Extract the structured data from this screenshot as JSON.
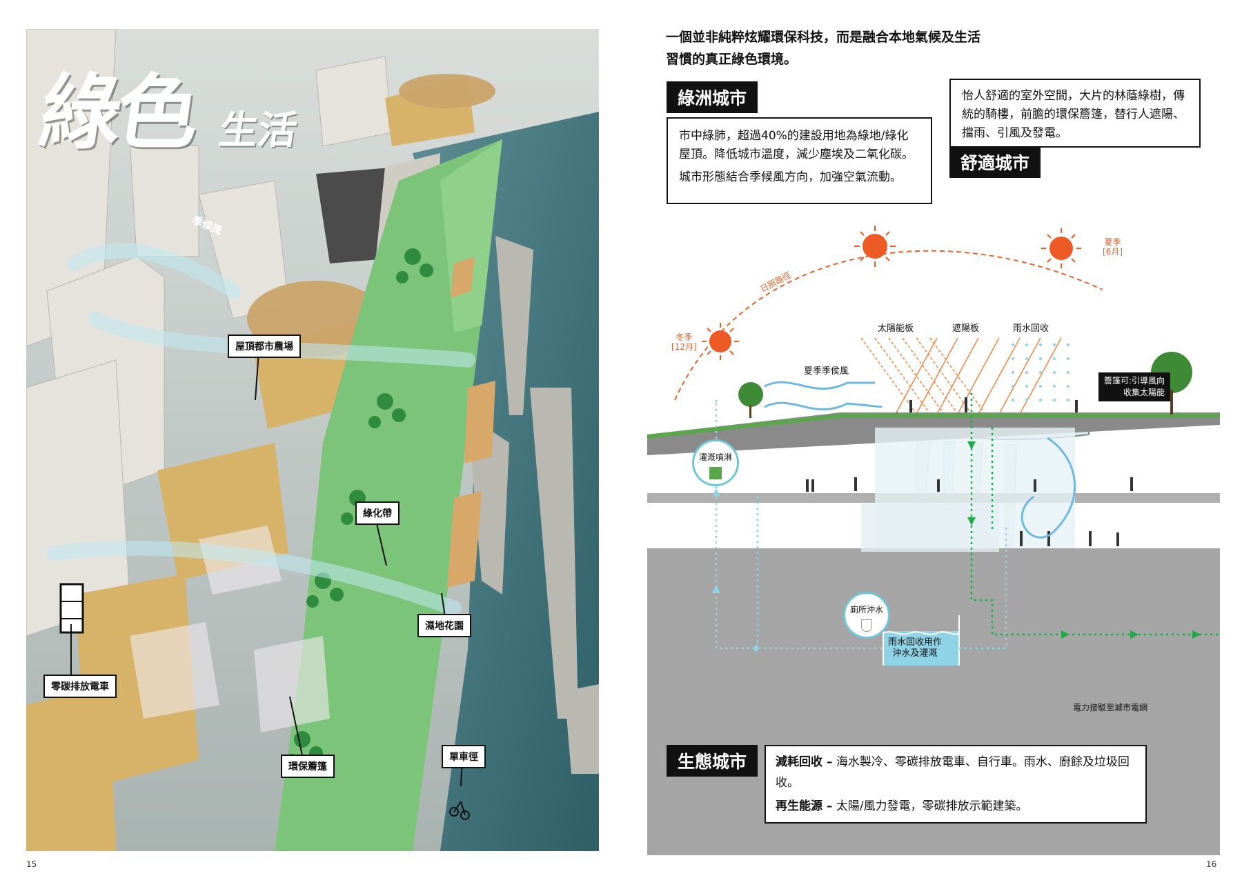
{
  "left_page": {
    "title_main": "綠色",
    "title_sub": "生活",
    "wind_label": "季候風",
    "tags": {
      "rooftop_farm": "屋頂都市農場",
      "green_belt": "綠化帶",
      "wetland": "濕地花園",
      "zero_emission_tram": "零碳排放電車",
      "eco_canopy": "環保簷篷",
      "cycle_track": "單車徑"
    },
    "page_number": "15"
  },
  "right_page": {
    "headline": "一個並非純粹炫耀環保科技，而是融合本地氣候及生活習慣的真正綠色環境。",
    "oasis": {
      "title": "綠洲城市",
      "p1": "市中綠肺，超過40%的建設用地為綠地/綠化屋頂。降低城市溫度，減少塵埃及二氧化碳。",
      "p2": "城市形態結合季候風方向，加強空氣流動。"
    },
    "comfort": {
      "title": "舒適城市",
      "text": "怡人舒適的室外空間，大片的林蔭綠樹，傳統的騎樓，前膽的環保簷篷，替行人遮陽、擋雨、引風及發電。"
    },
    "diagram": {
      "sun_path": "日照路徑",
      "summer_label": "夏季",
      "summer_month": "[6月]",
      "winter_label": "冬季",
      "winter_month": "[12月]",
      "solar_panel": "太陽能板",
      "sunshade": "遮陽板",
      "rain_collect": "雨水回收",
      "summer_wind": "夏季季侯風",
      "canopy_callout_1": "簷篷可:引導風向",
      "canopy_callout_2": "收集太陽能",
      "irrigation": "灌溉噴淋",
      "toilet": "廁所沖水",
      "rain_reuse_1": "雨水回收用作",
      "rain_reuse_2": "沖水及灌溉",
      "grid": "電力接駁至城市電網"
    },
    "eco": {
      "title": "生態城市",
      "line1_bold": "減耗回收 –",
      "line1": " 海水製冷、零碳排放電車、自行車。雨水、廚餘及垃圾回收。",
      "line2_bold": "再生能源 –",
      "line2": " 太陽/風力發電，零碳排放示範建築。"
    },
    "page_number": "16"
  },
  "colors": {
    "orange": "#e8622c",
    "sun": "#ee5a26",
    "water_blue": "#6fc6d8",
    "green_dash": "#22a84a",
    "ground_grey": "#a5a5a5",
    "model_green": "#7cc47a"
  }
}
